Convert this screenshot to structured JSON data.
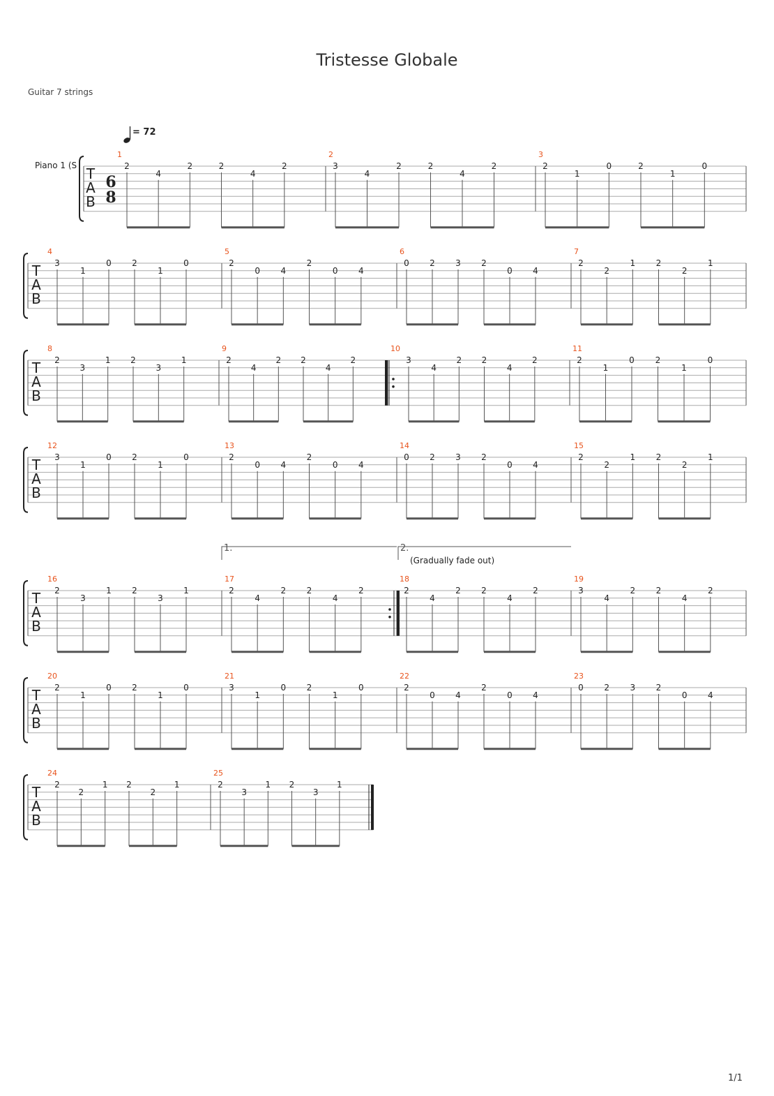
{
  "title": "Tristesse Globale",
  "subtitle": "Guitar 7 strings",
  "track_name": "Piano 1 (S",
  "tempo": {
    "bpm_text": "= 72"
  },
  "time_signature": {
    "top": "6",
    "bottom": "8"
  },
  "tab_letters": [
    "T",
    "A",
    "B"
  ],
  "page_number": "1/1",
  "volta": {
    "first": "1.",
    "second": "2.",
    "second_text": "(Gradually fade out)"
  },
  "colors": {
    "bar_number": "#e8531c",
    "staff_line": "#aaaaaa",
    "text": "#222222"
  },
  "measures": [
    {
      "n": "1",
      "notes": [
        [
          "2",
          ""
        ],
        [
          "",
          "4"
        ],
        [
          "2",
          ""
        ],
        [
          "2",
          ""
        ],
        [
          "",
          "4"
        ],
        [
          "2",
          ""
        ]
      ]
    },
    {
      "n": "2",
      "notes": [
        [
          "3",
          ""
        ],
        [
          "",
          "4"
        ],
        [
          "2",
          ""
        ],
        [
          "2",
          ""
        ],
        [
          "",
          "4"
        ],
        [
          "2",
          ""
        ]
      ]
    },
    {
      "n": "3",
      "notes": [
        [
          "2",
          ""
        ],
        [
          "",
          "1"
        ],
        [
          "0",
          ""
        ],
        [
          "2",
          ""
        ],
        [
          "",
          "1"
        ],
        [
          "0",
          ""
        ]
      ]
    },
    {
      "n": "4",
      "notes": [
        [
          "3",
          ""
        ],
        [
          "",
          "1"
        ],
        [
          "0",
          ""
        ],
        [
          "2",
          ""
        ],
        [
          "",
          "1"
        ],
        [
          "0",
          ""
        ]
      ]
    },
    {
      "n": "5",
      "notes": [
        [
          "2",
          ""
        ],
        [
          "",
          "0"
        ],
        [
          "",
          "4"
        ],
        [
          "2",
          ""
        ],
        [
          "",
          "0"
        ],
        [
          "",
          "4"
        ]
      ]
    },
    {
      "n": "6",
      "notes": [
        [
          "0",
          ""
        ],
        [
          "2",
          ""
        ],
        [
          "3",
          ""
        ],
        [
          "2",
          ""
        ],
        [
          "",
          "0"
        ],
        [
          "",
          "4"
        ]
      ]
    },
    {
      "n": "7",
      "notes": [
        [
          "2",
          ""
        ],
        [
          "",
          "2"
        ],
        [
          "1",
          ""
        ],
        [
          "2",
          ""
        ],
        [
          "",
          "2"
        ],
        [
          "1",
          ""
        ]
      ]
    },
    {
      "n": "8",
      "notes": [
        [
          "2",
          ""
        ],
        [
          "",
          "3"
        ],
        [
          "1",
          ""
        ],
        [
          "2",
          ""
        ],
        [
          "",
          "3"
        ],
        [
          "1",
          ""
        ]
      ]
    },
    {
      "n": "9",
      "notes": [
        [
          "2",
          ""
        ],
        [
          "",
          "4"
        ],
        [
          "2",
          ""
        ],
        [
          "2",
          ""
        ],
        [
          "",
          "4"
        ],
        [
          "2",
          ""
        ]
      ]
    },
    {
      "n": "10",
      "notes": [
        [
          "3",
          ""
        ],
        [
          "",
          "4"
        ],
        [
          "2",
          ""
        ],
        [
          "2",
          ""
        ],
        [
          "",
          "4"
        ],
        [
          "2",
          ""
        ]
      ]
    },
    {
      "n": "11",
      "notes": [
        [
          "2",
          ""
        ],
        [
          "",
          "1"
        ],
        [
          "0",
          ""
        ],
        [
          "2",
          ""
        ],
        [
          "",
          "1"
        ],
        [
          "0",
          ""
        ]
      ]
    },
    {
      "n": "12",
      "notes": [
        [
          "3",
          ""
        ],
        [
          "",
          "1"
        ],
        [
          "0",
          ""
        ],
        [
          "2",
          ""
        ],
        [
          "",
          "1"
        ],
        [
          "0",
          ""
        ]
      ]
    },
    {
      "n": "13",
      "notes": [
        [
          "2",
          ""
        ],
        [
          "",
          "0"
        ],
        [
          "",
          "4"
        ],
        [
          "2",
          ""
        ],
        [
          "",
          "0"
        ],
        [
          "",
          "4"
        ]
      ]
    },
    {
      "n": "14",
      "notes": [
        [
          "0",
          ""
        ],
        [
          "2",
          ""
        ],
        [
          "3",
          ""
        ],
        [
          "2",
          ""
        ],
        [
          "",
          "0"
        ],
        [
          "",
          "4"
        ]
      ]
    },
    {
      "n": "15",
      "notes": [
        [
          "2",
          ""
        ],
        [
          "",
          "2"
        ],
        [
          "1",
          ""
        ],
        [
          "2",
          ""
        ],
        [
          "",
          "2"
        ],
        [
          "1",
          ""
        ]
      ]
    },
    {
      "n": "16",
      "notes": [
        [
          "2",
          ""
        ],
        [
          "",
          "3"
        ],
        [
          "1",
          ""
        ],
        [
          "2",
          ""
        ],
        [
          "",
          "3"
        ],
        [
          "1",
          ""
        ]
      ]
    },
    {
      "n": "17",
      "notes": [
        [
          "2",
          ""
        ],
        [
          "",
          "4"
        ],
        [
          "2",
          ""
        ],
        [
          "2",
          ""
        ],
        [
          "",
          "4"
        ],
        [
          "2",
          ""
        ]
      ]
    },
    {
      "n": "18",
      "notes": [
        [
          "2",
          ""
        ],
        [
          "",
          "4"
        ],
        [
          "2",
          ""
        ],
        [
          "2",
          ""
        ],
        [
          "",
          "4"
        ],
        [
          "2",
          ""
        ]
      ]
    },
    {
      "n": "19",
      "notes": [
        [
          "3",
          ""
        ],
        [
          "",
          "4"
        ],
        [
          "2",
          ""
        ],
        [
          "2",
          ""
        ],
        [
          "",
          "4"
        ],
        [
          "2",
          ""
        ]
      ]
    },
    {
      "n": "20",
      "notes": [
        [
          "2",
          ""
        ],
        [
          "",
          "1"
        ],
        [
          "0",
          ""
        ],
        [
          "2",
          ""
        ],
        [
          "",
          "1"
        ],
        [
          "0",
          ""
        ]
      ]
    },
    {
      "n": "21",
      "notes": [
        [
          "3",
          ""
        ],
        [
          "",
          "1"
        ],
        [
          "0",
          ""
        ],
        [
          "2",
          ""
        ],
        [
          "",
          "1"
        ],
        [
          "0",
          ""
        ]
      ]
    },
    {
      "n": "22",
      "notes": [
        [
          "2",
          ""
        ],
        [
          "",
          "0"
        ],
        [
          "",
          "4"
        ],
        [
          "2",
          ""
        ],
        [
          "",
          "0"
        ],
        [
          "",
          "4"
        ]
      ]
    },
    {
      "n": "23",
      "notes": [
        [
          "0",
          ""
        ],
        [
          "2",
          ""
        ],
        [
          "3",
          ""
        ],
        [
          "2",
          ""
        ],
        [
          "",
          "0"
        ],
        [
          "",
          "4"
        ]
      ]
    },
    {
      "n": "24",
      "notes": [
        [
          "2",
          ""
        ],
        [
          "",
          "2"
        ],
        [
          "1",
          ""
        ],
        [
          "2",
          ""
        ],
        [
          "",
          "2"
        ],
        [
          "1",
          ""
        ]
      ]
    },
    {
      "n": "25",
      "notes": [
        [
          "2",
          ""
        ],
        [
          "",
          "3"
        ],
        [
          "1",
          ""
        ],
        [
          "2",
          ""
        ],
        [
          "",
          "3"
        ],
        [
          "1",
          ""
        ]
      ]
    }
  ]
}
